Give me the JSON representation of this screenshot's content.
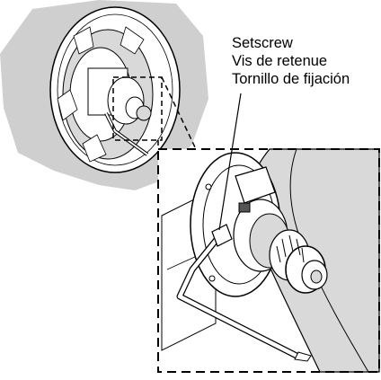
{
  "callout": {
    "line_en": "Setscrew",
    "line_fr": "Vis de retenue",
    "line_es": "Tornillo de fijación"
  },
  "colors": {
    "background_gray": "#cfcfcf",
    "drum_gray": "#d9d9d9",
    "line": "#000000",
    "paper": "#ffffff"
  },
  "icons": [
    "hex-key-icon",
    "setscrew-icon",
    "knob-icon",
    "detail-frame-icon"
  ]
}
